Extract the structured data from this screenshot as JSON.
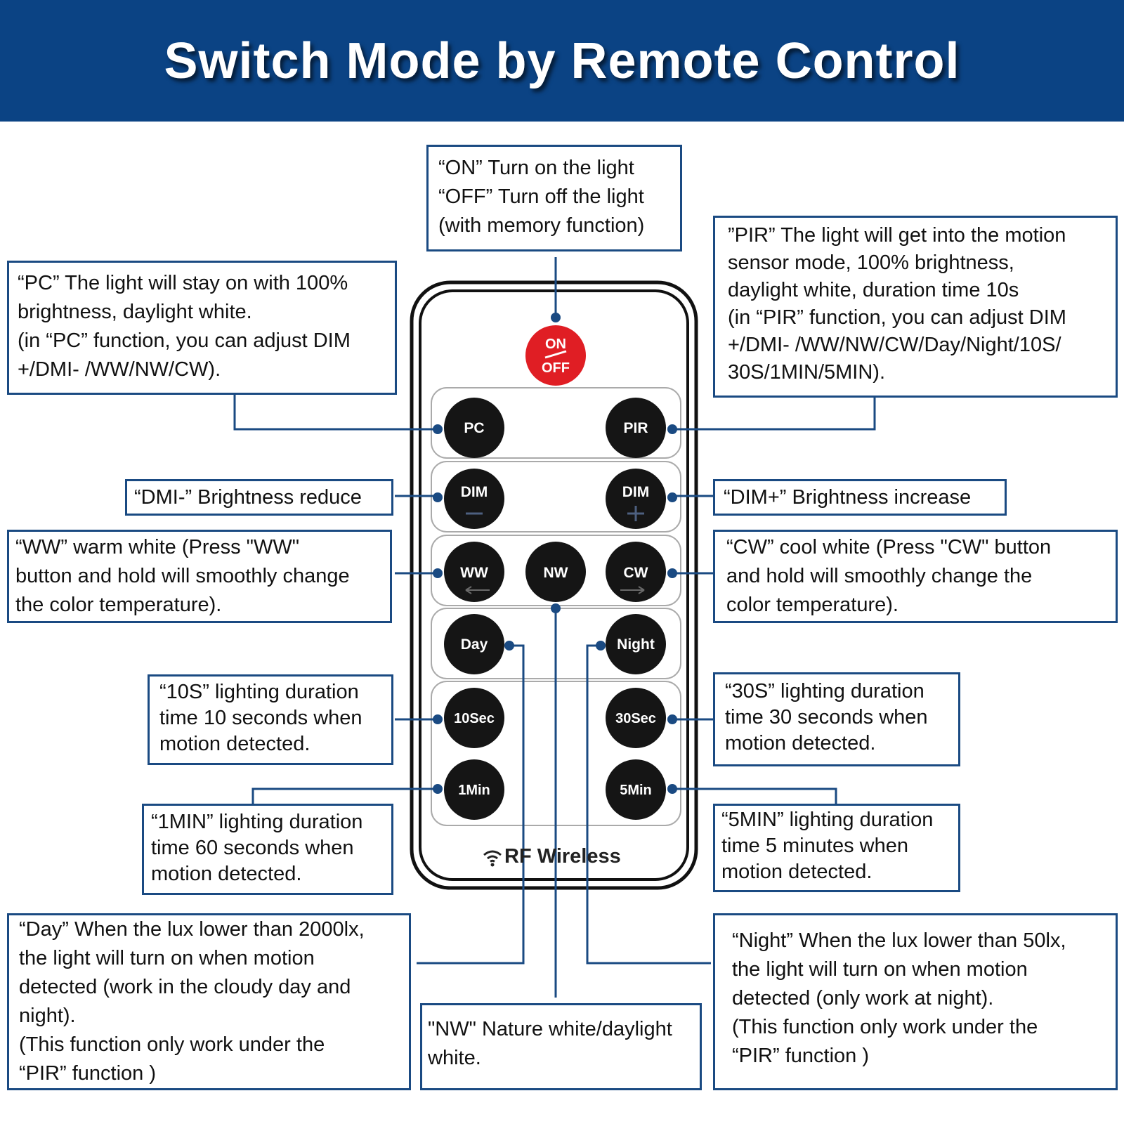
{
  "header": {
    "title": "Switch Mode by Remote Control"
  },
  "colors": {
    "header_bg": "#0b4384",
    "callout_border": "#1a4a82",
    "on_button": "#e01e24",
    "button": "#151515"
  },
  "remote": {
    "on_off_top": "ON",
    "on_off_bottom": "OFF",
    "buttons": {
      "pc": "PC",
      "pir": "PIR",
      "dim_minus": "DIM",
      "dim_plus": "DIM",
      "ww": "WW",
      "nw": "NW",
      "cw": "CW",
      "day": "Day",
      "night": "Night",
      "s10": "10Sec",
      "s30": "30Sec",
      "m1": "1Min",
      "m5": "5Min"
    },
    "brand": "RF Wireless",
    "brand_icon": "wifi-icon"
  },
  "callouts": {
    "onoff": [
      "“ON” Turn on the light",
      "“OFF” Turn off the light",
      "(with memory function)"
    ],
    "pc": [
      "“PC” The light will stay on with 100%",
      "brightness, daylight white.",
      "(in “PC” function, you can adjust DIM",
      "+/DMI- /WW/NW/CW)."
    ],
    "pir": [
      "”PIR” The light will get into the motion",
      "sensor mode, 100% brightness,",
      "daylight white, duration time 10s",
      "(in “PIR” function, you can adjust DIM",
      "+/DMI- /WW/NW/CW/Day/Night/10S/",
      "30S/1MIN/5MIN)."
    ],
    "dim_minus": [
      "“DMI-” Brightness reduce"
    ],
    "dim_plus": [
      "“DIM+” Brightness increase"
    ],
    "ww": [
      "“WW” warm white (Press \"WW\"",
      "button and hold will smoothly change",
      "the color temperature)."
    ],
    "cw": [
      "“CW” cool white (Press \"CW\" button",
      "and hold will smoothly change the",
      "color temperature)."
    ],
    "s10": [
      "“10S” lighting duration",
      "time 10 seconds when",
      "motion detected."
    ],
    "s30": [
      "“30S” lighting duration",
      "time 30 seconds when",
      "motion detected."
    ],
    "m1": [
      "“1MIN” lighting duration",
      "time 60 seconds when",
      "motion detected."
    ],
    "m5": [
      "“5MIN” lighting duration",
      "time 5 minutes when",
      "motion detected."
    ],
    "day": [
      "“Day” When the lux lower than 2000lx,",
      "the light will turn on when motion",
      "detected (work in the cloudy day and",
      "night).",
      "(This function only work under the",
      "“PIR” function )"
    ],
    "nw": [
      "\"NW\" Nature white/daylight",
      "white."
    ],
    "night": [
      "“Night” When the lux lower than 50lx,",
      "the light will turn on when motion",
      "detected (only work at night).",
      "(This function only work under the",
      "“PIR” function )"
    ]
  }
}
